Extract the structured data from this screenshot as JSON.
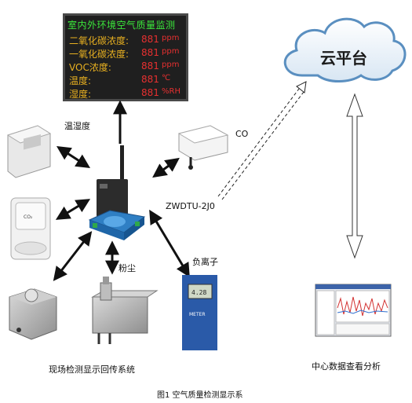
{
  "display": {
    "title": "室内外环境空气质量监测",
    "rows": [
      {
        "label": "二氧化碳浓度:",
        "value": "881",
        "unit": "ppm"
      },
      {
        "label": "一氧化碳浓度:",
        "value": "881",
        "unit": "ppm"
      },
      {
        "label": "VOC浓度:",
        "value": "881",
        "unit": "ppm"
      },
      {
        "label": "温度:",
        "value": "881",
        "unit": "℃"
      },
      {
        "label": "湿度:",
        "value": "881",
        "unit": "%RH"
      }
    ]
  },
  "cloud": {
    "label": "云平台"
  },
  "labels": {
    "temp_humidity": "温湿度",
    "co": "CO",
    "gateway": "ZWDTU-2J0",
    "dust": "粉尘",
    "negative_ion": "负离子",
    "field_system": "现场检测显示回传系统",
    "center": "中心数据查看分析"
  },
  "sensor_text": {
    "co2": "CO₂",
    "ion_screen": "4.28",
    "ion_brand": "METER"
  },
  "caption": "图1 空气质量检测显示系"
}
